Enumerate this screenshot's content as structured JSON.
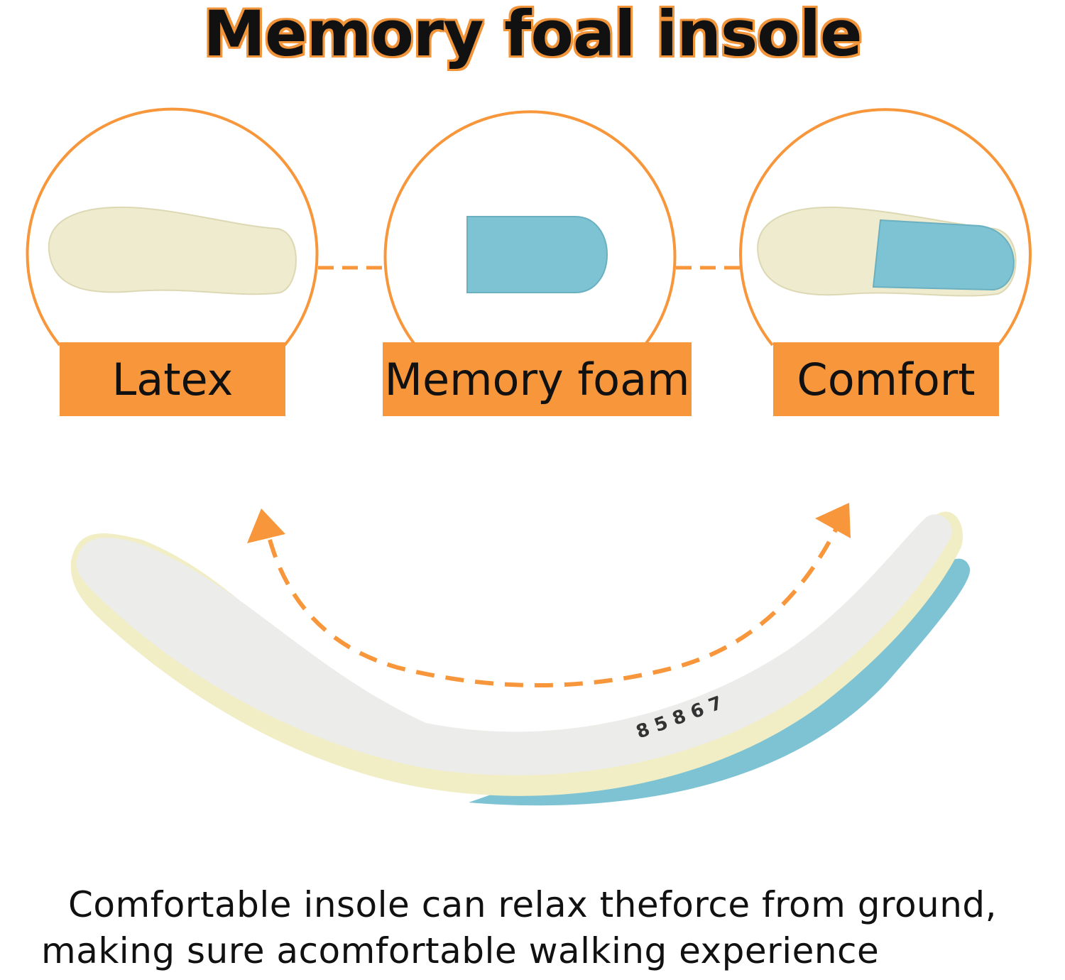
{
  "title": "Memory foal insole",
  "steps": [
    {
      "label": "Latex"
    },
    {
      "label": "Memory foam"
    },
    {
      "label": "Comfort"
    }
  ],
  "footer": {
    "line1": "Comfortable insole can relax theforce from ground,",
    "line2": "making sure acomfortable walking experience"
  },
  "insole_print": "8 5 8 6 7",
  "colors": {
    "accent": "#f7963a",
    "latex": "#eeebcf",
    "memory_foam": "#7ec3d3",
    "text": "#111111"
  }
}
